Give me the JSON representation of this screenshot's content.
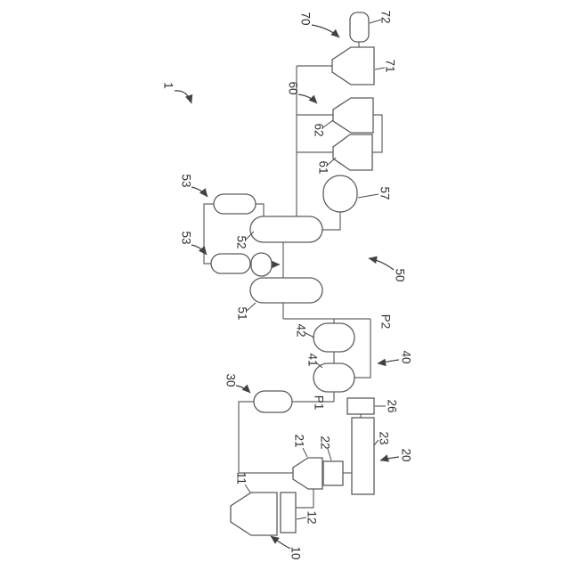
{
  "figure": {
    "background_color": "#ffffff",
    "line_color": "#646464",
    "label_color": "#303030"
  },
  "labels": {
    "system": "1",
    "group70": "70",
    "item72": "72",
    "item71": "71",
    "group60": "60",
    "item62": "62",
    "item61": "61",
    "item53a": "53",
    "item53b": "53",
    "item57": "57",
    "item52": "52",
    "item51": "51",
    "group50": "50",
    "item42": "42",
    "item41": "41",
    "group40": "40",
    "pump1": "P1",
    "pump2": "P2",
    "group30": "30",
    "item26": "26",
    "item23": "23",
    "item22": "22",
    "item21": "21",
    "group20": "20",
    "item11": "11",
    "item12": "12",
    "group10": "10"
  }
}
